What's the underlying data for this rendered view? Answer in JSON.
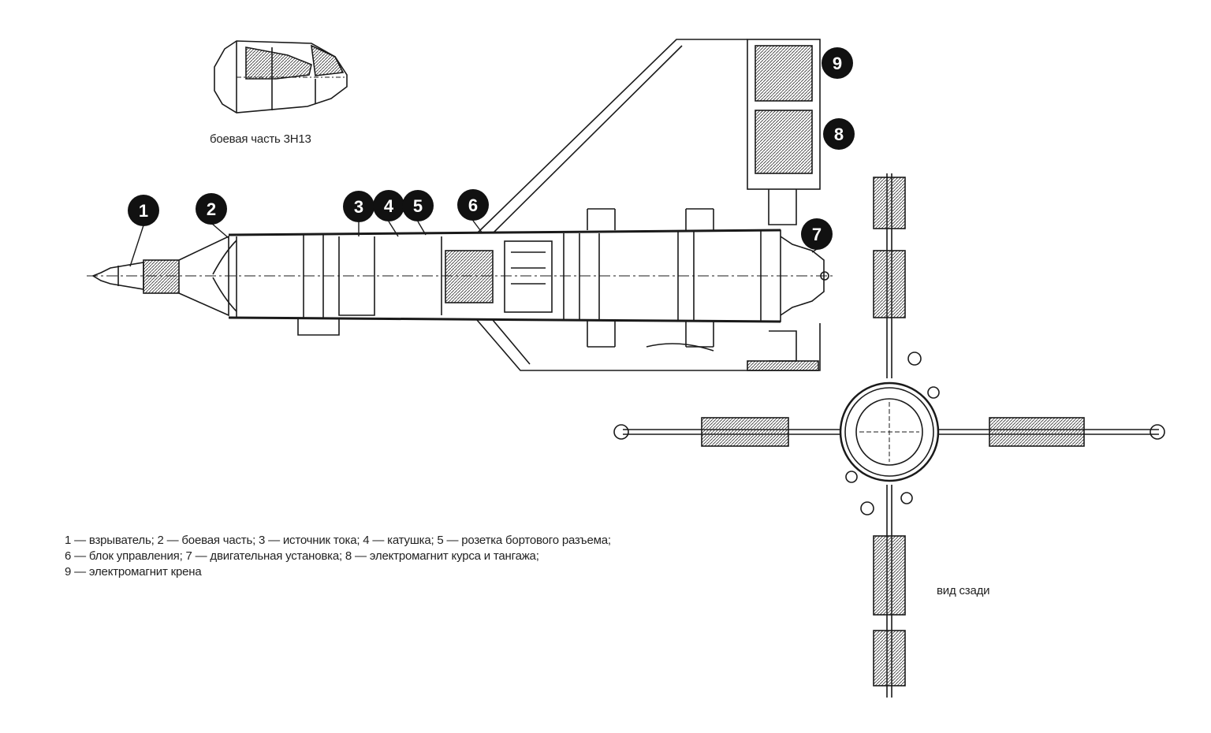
{
  "warhead_caption": "боевая часть 3Н13",
  "rear_view_caption": "вид сзади",
  "markers": [
    "1",
    "2",
    "3",
    "4",
    "5",
    "6",
    "7",
    "8",
    "9"
  ],
  "legend": {
    "line1": "1 — взрыватель; 2 — боевая часть; 3 — источник тока; 4 — катушка; 5 — розетка бортового разъема;",
    "line2": "6 — блок управления; 7 — двигательная установка; 8 — электромагнит курса и тангажа;",
    "line3": "9 — электромагнит крена"
  },
  "colors": {
    "line": "#1a1a1a",
    "marker_fill": "#111111",
    "marker_text": "#ffffff",
    "background": "#ffffff"
  }
}
